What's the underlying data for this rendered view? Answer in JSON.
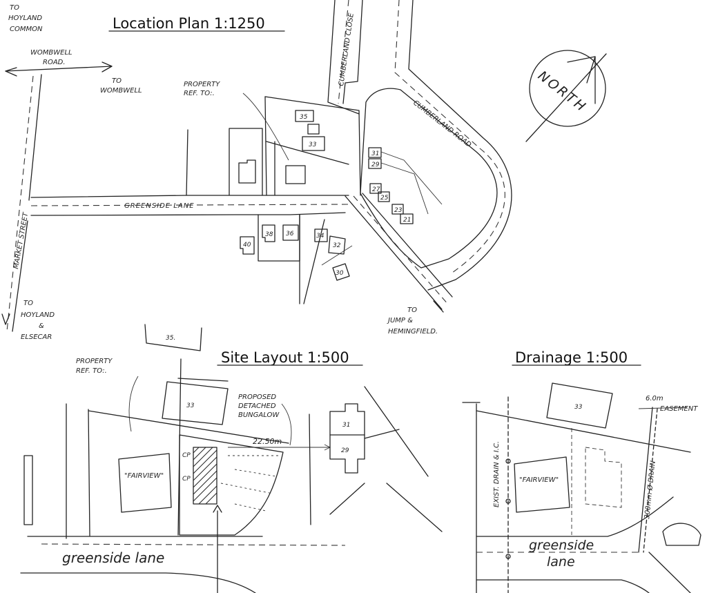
{
  "location_plan": {
    "title": "Location Plan 1:1250",
    "to_hoyland_common": [
      "TO",
      "HOYLAND",
      "COMMON"
    ],
    "wombwell_road": [
      "WOMBWELL",
      "ROAD."
    ],
    "to_wombwell": [
      "TO",
      "WOMBWELL"
    ],
    "property_ref": [
      "PROPERTY",
      "REF. TO:."
    ],
    "market_street": "MARKET STREET",
    "greenside_lane": "GREENSIDE LANE",
    "cumberland_close": "CUMBERLAND CLOSE",
    "cumberland_road": "CUMBERLAND ROAD",
    "to_hoyland_elsecar": [
      "TO",
      "HOYLAND",
      "&",
      "ELSECAR"
    ],
    "to_jump": [
      "TO",
      "JUMP &",
      "HEMINGFIELD."
    ],
    "house_numbers": [
      "35",
      "33",
      "31",
      "29",
      "27",
      "25",
      "23",
      "21",
      "40",
      "38",
      "36",
      "34",
      "32",
      "30"
    ]
  },
  "north": {
    "label": "NORTH"
  },
  "site_layout": {
    "title": "Site Layout 1:500",
    "property_ref": [
      "PROPERTY",
      "REF. TO:."
    ],
    "proposed": [
      "PROPOSED",
      "DETACHED",
      "BUNGALOW"
    ],
    "dimension": "22.50m",
    "house_label": "\"FAIRVIEW\"",
    "plots": [
      "35.",
      "33",
      "31",
      "29"
    ],
    "cp_labels": [
      "CP",
      "CP"
    ],
    "lane_label": "greenside lane"
  },
  "drainage": {
    "title": "Drainage 1:500",
    "plot": "33",
    "house_label": "\"FAIRVIEW\"",
    "exist_drain": "EXIST. DRAIN & I.C.",
    "sewer_label": "300mm Ø DRAIN",
    "easement": [
      "6.0m",
      "EASEMENT"
    ],
    "lane_label": [
      "greenside",
      "lane"
    ]
  }
}
